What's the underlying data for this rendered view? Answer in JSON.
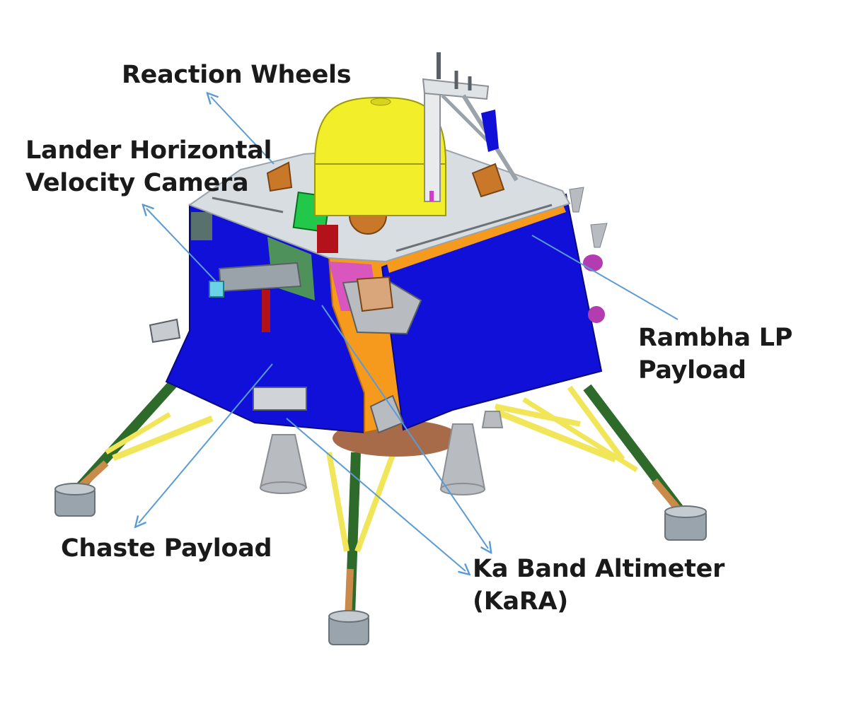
{
  "labels": {
    "reaction_wheels": [
      "Reaction Wheels"
    ],
    "lander_camera": [
      "Lander Horizontal",
      "Velocity Camera"
    ],
    "rambha": [
      "Rambha LP",
      "Payload"
    ],
    "chaste": [
      "Chaste Payload"
    ],
    "kara": [
      "Ka Band Altimeter",
      "(KaRA)"
    ]
  },
  "colors": {
    "panel_blue": "#1010d8",
    "panel_orange": "#f59a1c",
    "deck_grey": "#d8dde2",
    "dome_yellow": "#f2ee2a",
    "leg_yellow": "#f1e65a",
    "leg_green": "#2e6b2a",
    "pointer_blue": "#5b9bd5"
  }
}
